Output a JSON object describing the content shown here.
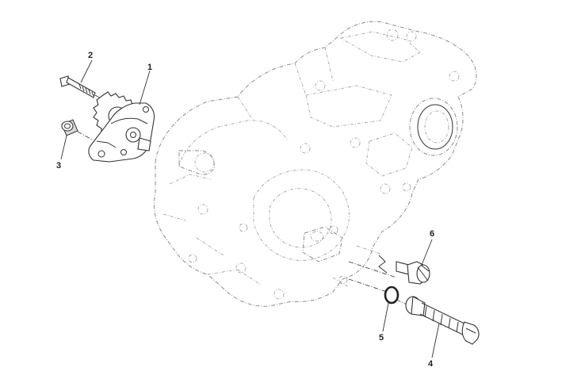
{
  "callouts": {
    "c1": "1",
    "c2": "2",
    "c3": "3",
    "c4": "4",
    "c5": "5",
    "c6": "6"
  },
  "colors": {
    "line": "#333333",
    "phantom": "#8a8a8a",
    "shade": "#d9d9d9"
  }
}
